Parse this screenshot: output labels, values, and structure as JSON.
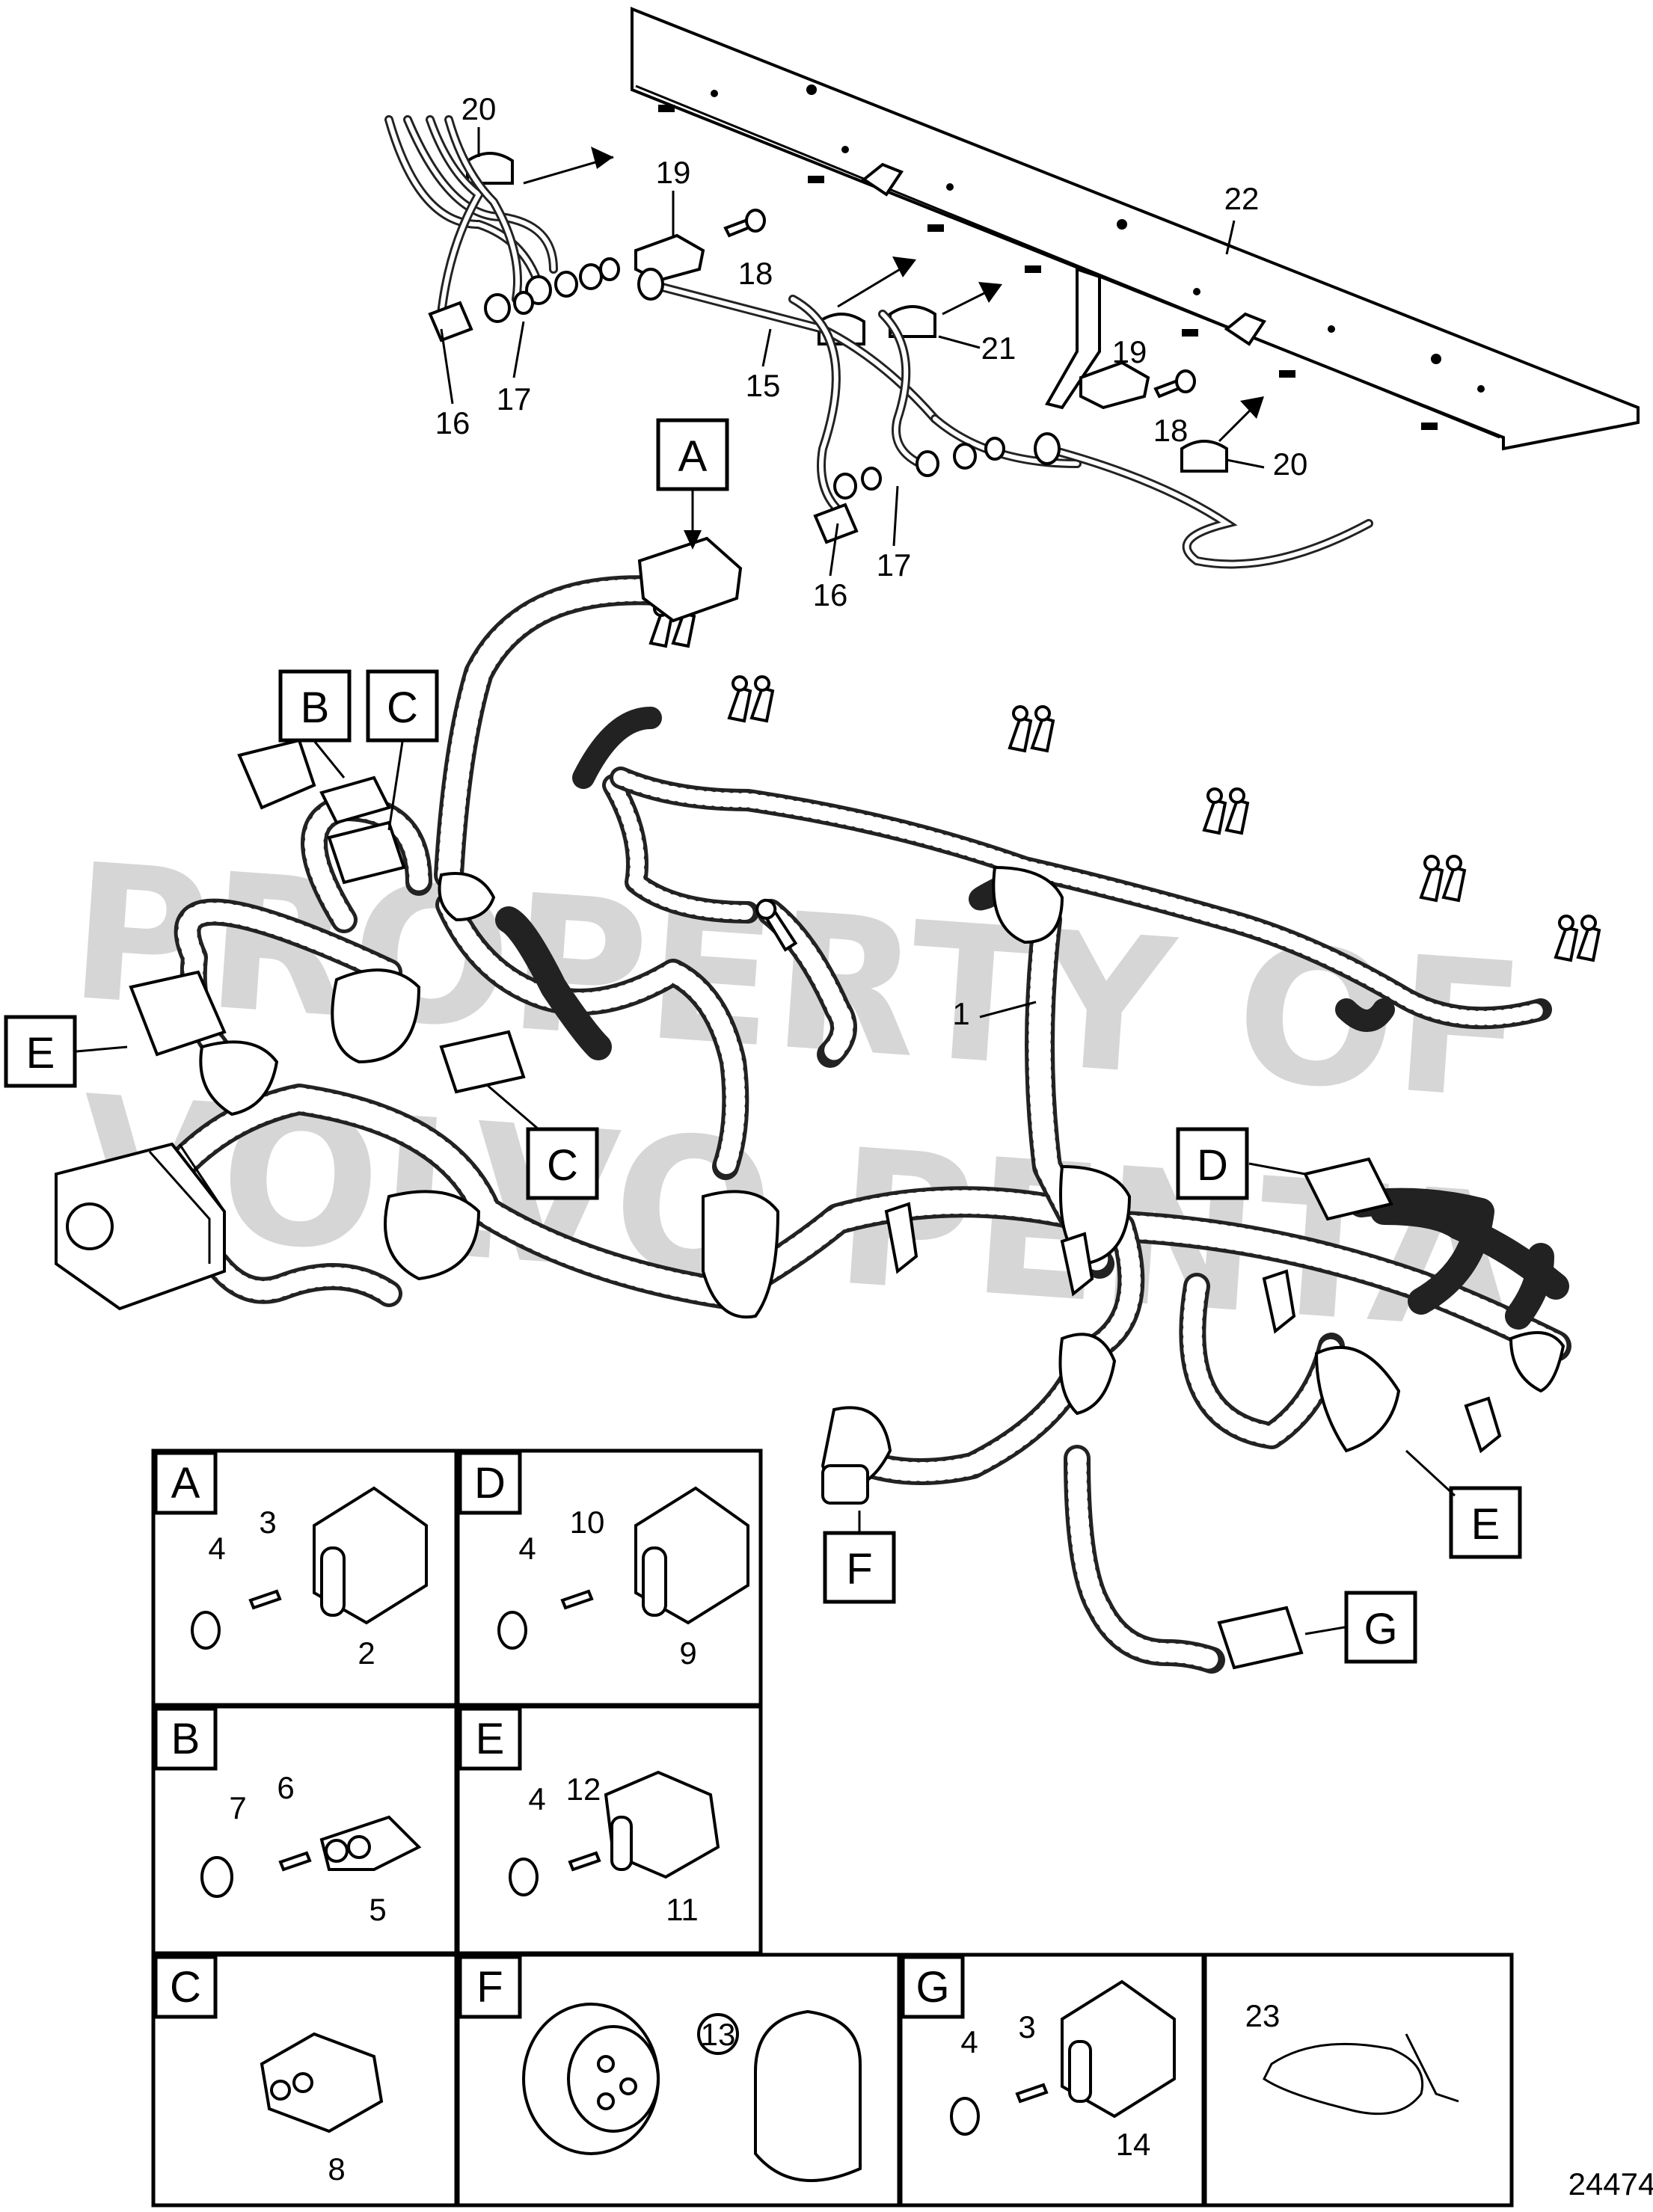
{
  "figure_id": "24474",
  "watermark": [
    "PROPERTY OF",
    "VOLVO PENTA"
  ],
  "callout_letters": [
    "A",
    "B",
    "C",
    "C",
    "D",
    "E",
    "E",
    "F",
    "G"
  ],
  "part_numbers_top": [
    "20",
    "19",
    "18",
    "22",
    "21",
    "15",
    "16",
    "17",
    "19",
    "18",
    "20",
    "16",
    "17",
    "1"
  ],
  "detail_panels": [
    {
      "letter": "A",
      "items": [
        "4",
        "3",
        "2"
      ]
    },
    {
      "letter": "D",
      "items": [
        "4",
        "10",
        "9"
      ]
    },
    {
      "letter": "B",
      "items": [
        "7",
        "6",
        "5"
      ]
    },
    {
      "letter": "E",
      "items": [
        "4",
        "12",
        "11"
      ]
    },
    {
      "letter": "C",
      "items": [
        "8"
      ]
    },
    {
      "letter": "F",
      "items": [
        "13"
      ]
    },
    {
      "letter": "G",
      "items": [
        "4",
        "3",
        "14"
      ]
    },
    {
      "letter": "",
      "items": [
        "23"
      ]
    }
  ],
  "colors": {
    "line": "#000000",
    "watermark": "#cfcfcf",
    "background": "#ffffff"
  }
}
